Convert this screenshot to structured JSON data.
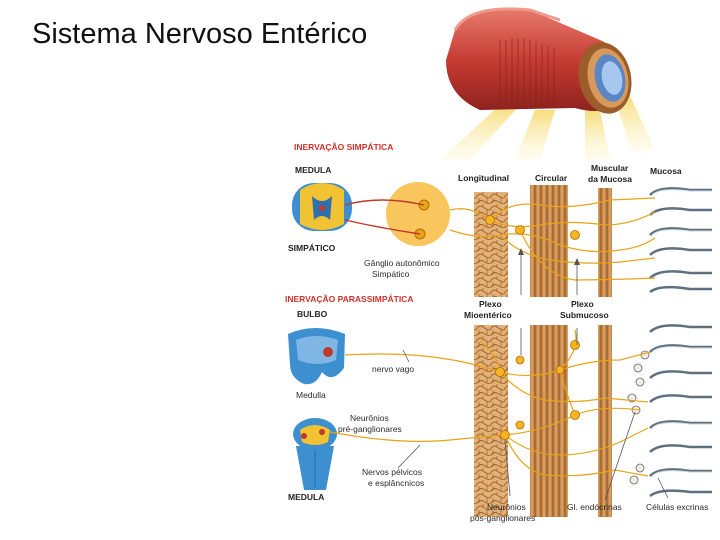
{
  "title": "Sistema Nervoso Entérico",
  "sections": {
    "sympathetic": {
      "heading": "INERVAÇÃO SIMPÁTICA",
      "medulla_label": "MEDULA",
      "sympathetic_label": "SIMPÁTICO",
      "ganglion_label_line1": "Gânglio autonômico",
      "ganglion_label_line2": "Simpático"
    },
    "parasympathetic": {
      "heading": "INERVAÇÃO PARASSIMPÁTICA",
      "bulb_label": "BULBO",
      "vagus_label": "nervo vago",
      "medulla_label_small": "Medulla",
      "preganglionic_line1": "Neurônios",
      "preganglionic_line2": "pré-ganglionares",
      "pelvic_line1": "Nervos pélvicos",
      "pelvic_line2": "e esplâncnicos",
      "medulla_label": "MEDULA"
    }
  },
  "layers": {
    "longitudinal": "Longitudinal",
    "circular": "Circular",
    "muscularis_line1": "Muscular",
    "muscularis_line2": "da Mucosa",
    "mucosa": "Mucosa"
  },
  "plexus": {
    "myenteric_line1": "Plexo",
    "myenteric_line2": "Mioentérico",
    "submucosal_line1": "Plexo",
    "submucosal_line2": "Submucoso"
  },
  "bottom": {
    "postganglionic_line1": "Neurônios",
    "postganglionic_line2": "pós-ganglionares",
    "endocrine": "Gl. endócrinas",
    "exocrine": "Células excrinas"
  },
  "colors": {
    "nerve": "#e8a417",
    "sympathetic_fiber": "#c0392b",
    "heading": "#d2312b",
    "cord_blue": "#2f7fc4",
    "muscle": "#b5702e",
    "tube_red": "#c9463b"
  }
}
